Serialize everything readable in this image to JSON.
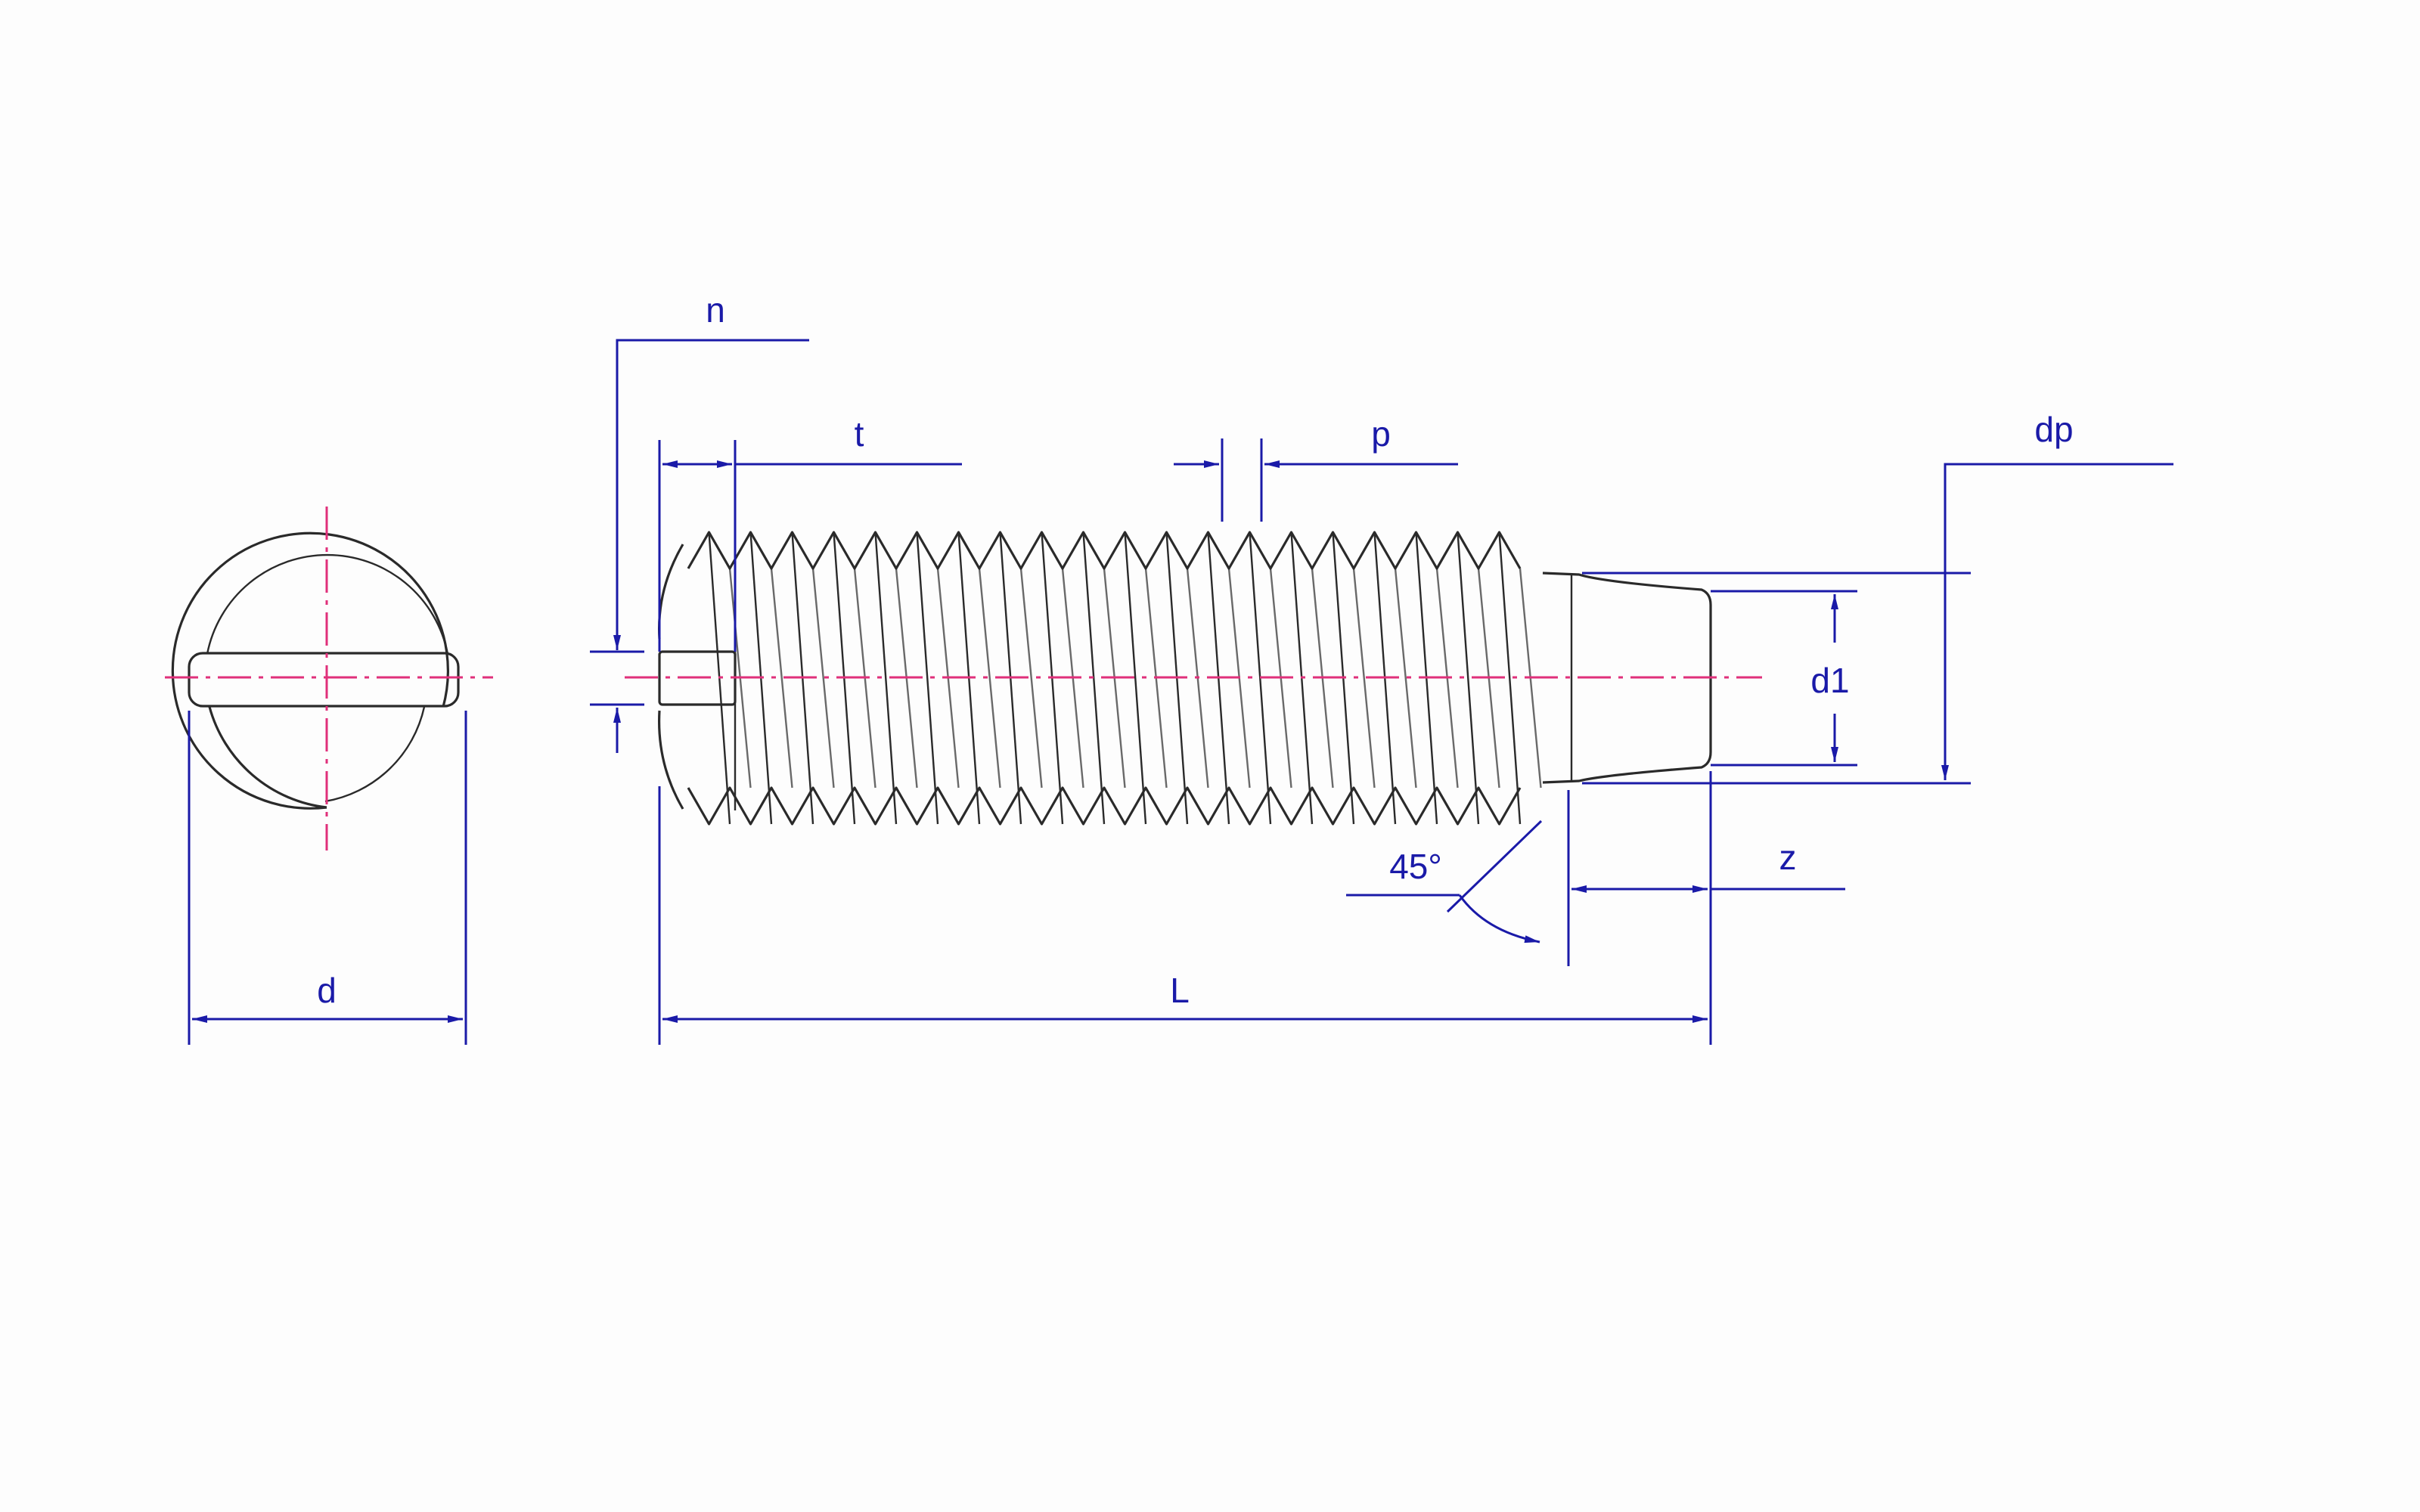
{
  "labels": {
    "n": "n",
    "t": "t",
    "p": "p",
    "dp": "dp",
    "d1": "d1",
    "angle": "45°",
    "z": "z",
    "L": "L",
    "d": "d"
  },
  "colors": {
    "dimension": "#1a1aa8",
    "centerline": "#e0307a",
    "outline": "#2a2a2a",
    "background": "#fdfdfd"
  }
}
